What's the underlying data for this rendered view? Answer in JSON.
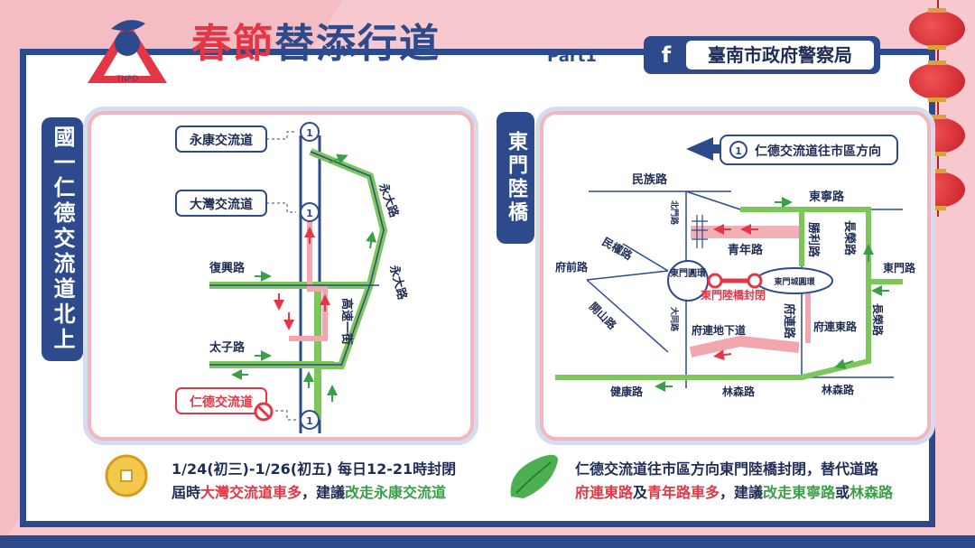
{
  "header": {
    "title_red": "春節",
    "title_blue": "替添行道",
    "part": "Part1",
    "agency_icon": "facebook-icon",
    "agency": "臺南市政府警察局",
    "logo_text": "TNPD"
  },
  "left_panel": {
    "label": "國一仁德交流道北上",
    "interchanges": {
      "yongkang": "永康交流道",
      "dawan": "大灣交流道",
      "rende": "仁德交流道"
    },
    "roads": {
      "fuxing": "復興路",
      "taizi": "太子路",
      "yongda1": "永大路",
      "yongda2": "永大路",
      "gaosu": "高速一街"
    },
    "highway_marker": "1"
  },
  "right_panel": {
    "label": "東門陸橋",
    "direction": "仁德交流道往市區方向",
    "highway_marker": "1",
    "roads": {
      "minzu": "民族路",
      "beimen": "北門路",
      "dongning": "東寧路",
      "shengli": "勝利路",
      "changrong1": "長榮路",
      "qingnian": "青年路",
      "minquan": "民權路",
      "fuqian": "府前路",
      "dongmen": "東門路",
      "dongmen_circle": "東門圓環",
      "dongmen_castle": "東門城圓環",
      "closure": "東門陸橋封閉",
      "datong": "大同路",
      "kaishan": "開山路",
      "fulian": "府連路",
      "fuliandong": "府連東路",
      "changrong2": "長榮路",
      "fulian_underpass": "府連地下道",
      "jiankang": "健康路",
      "linsen1": "林森路",
      "linsen2": "林森路"
    }
  },
  "notes": {
    "left_line1": "1/24(初三)-1/26(初五)  每日12-21時封閉",
    "left_line2_a": "屆時",
    "left_line2_b": "大灣交流道車多",
    "left_line2_c": "，建議",
    "left_line2_d": "改走永康交流道",
    "right_line1": "仁德交流道往市區方向東門陸橋封閉，替代道路",
    "right_line2_a": "府連東路",
    "right_line2_b": "及",
    "right_line2_c": "青年路車多",
    "right_line2_d": "，建議",
    "right_line2_e": "改走東寧路",
    "right_line2_f": "或",
    "right_line2_g": "林森路"
  },
  "colors": {
    "navy": "#2c4a8c",
    "red": "#e53645",
    "green": "#7cc65a",
    "pink": "#f2a6ae",
    "road": "#2c4a8c"
  }
}
